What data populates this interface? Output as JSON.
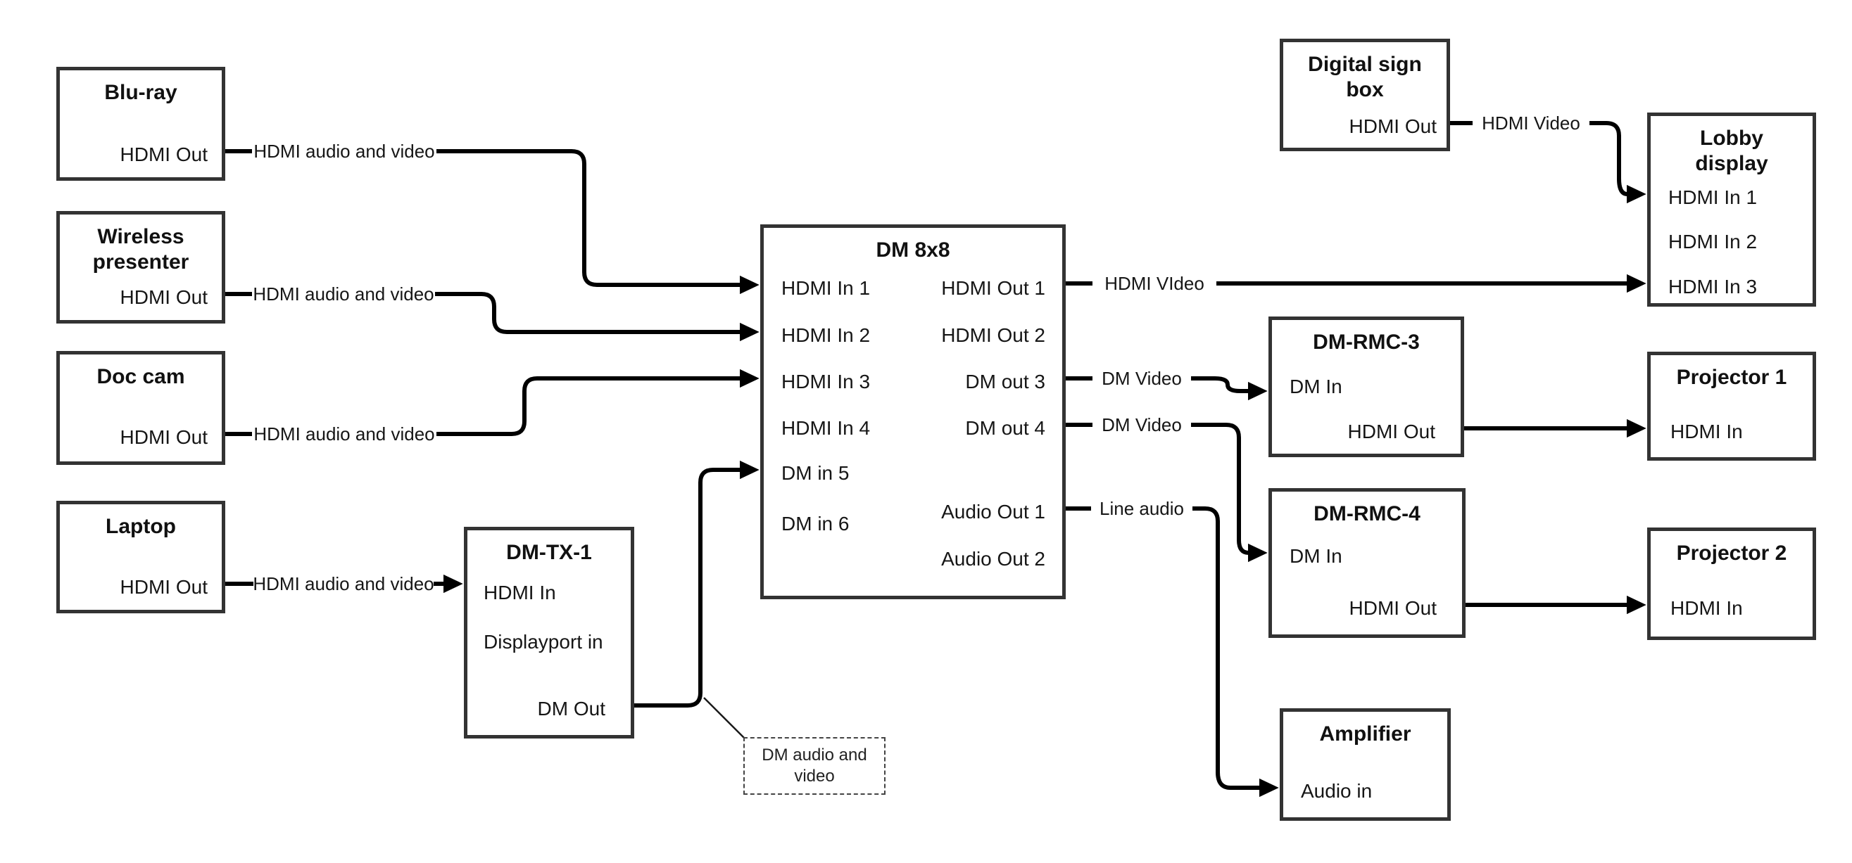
{
  "diagram": {
    "colors": {
      "background": "#ffffff",
      "line": "#000000",
      "box_border": "#333333",
      "text": "#111111"
    },
    "nodes": [
      {
        "id": "blu-ray",
        "title": "Blu-ray",
        "ports": [
          {
            "label": "HDMI Out"
          }
        ]
      },
      {
        "id": "wireless-presenter",
        "title": "Wireless presenter",
        "ports": [
          {
            "label": "HDMI Out"
          }
        ]
      },
      {
        "id": "doc-cam",
        "title": "Doc cam",
        "ports": [
          {
            "label": "HDMI Out"
          }
        ]
      },
      {
        "id": "laptop",
        "title": "Laptop",
        "ports": [
          {
            "label": "HDMI Out"
          }
        ]
      },
      {
        "id": "dm-tx-1",
        "title": "DM-TX-1",
        "ports": [
          {
            "label": "HDMI In"
          },
          {
            "label": "Displayport in"
          },
          {
            "label": "DM Out"
          }
        ]
      },
      {
        "id": "dm-8x8",
        "title": "DM 8x8",
        "ports": [
          {
            "label": "HDMI In 1"
          },
          {
            "label": "HDMI In 2"
          },
          {
            "label": "HDMI In 3"
          },
          {
            "label": "HDMI In 4"
          },
          {
            "label": "DM in 5"
          },
          {
            "label": "DM in 6"
          },
          {
            "label": "HDMI Out 1"
          },
          {
            "label": "HDMI Out 2"
          },
          {
            "label": "DM out 3"
          },
          {
            "label": "DM out 4"
          },
          {
            "label": "Audio Out 1"
          },
          {
            "label": "Audio Out 2"
          }
        ]
      },
      {
        "id": "digital-sign-box",
        "title": "Digital sign box",
        "ports": [
          {
            "label": "HDMI Out"
          }
        ]
      },
      {
        "id": "lobby-display",
        "title": "Lobby display",
        "ports": [
          {
            "label": "HDMI In 1"
          },
          {
            "label": "HDMI In 2"
          },
          {
            "label": "HDMI In 3"
          }
        ]
      },
      {
        "id": "dm-rmc-3",
        "title": "DM-RMC-3",
        "ports": [
          {
            "label": "DM In"
          },
          {
            "label": "HDMI Out"
          }
        ]
      },
      {
        "id": "projector-1",
        "title": "Projector 1",
        "ports": [
          {
            "label": "HDMI In"
          }
        ]
      },
      {
        "id": "dm-rmc-4",
        "title": "DM-RMC-4",
        "ports": [
          {
            "label": "DM In"
          },
          {
            "label": "HDMI Out"
          }
        ]
      },
      {
        "id": "projector-2",
        "title": "Projector 2",
        "ports": [
          {
            "label": "HDMI In"
          }
        ]
      },
      {
        "id": "amplifier",
        "title": "Amplifier",
        "ports": [
          {
            "label": "Audio in"
          }
        ]
      }
    ],
    "edges": [
      {
        "from": "Blu-ray HDMI Out",
        "to": "DM 8x8 HDMI In 1",
        "label": "HDMI audio and video"
      },
      {
        "from": "Wireless presenter HDMI Out",
        "to": "DM 8x8 HDMI In 2",
        "label": "HDMI audio and video"
      },
      {
        "from": "Doc cam HDMI Out",
        "to": "DM 8x8 HDMI In 3",
        "label": "HDMI audio and video"
      },
      {
        "from": "Laptop HDMI Out",
        "to": "DM-TX-1 HDMI In",
        "label": "HDMI audio and video"
      },
      {
        "from": "DM-TX-1 DM Out",
        "to": "DM 8x8 DM in 5",
        "label": ""
      },
      {
        "from": "DM 8x8 HDMI Out 1",
        "to": "Lobby display HDMI In 3",
        "label": "HDMI VIdeo"
      },
      {
        "from": "DM 8x8 DM out 3",
        "to": "DM-RMC-3 DM In",
        "label": "DM Video"
      },
      {
        "from": "DM 8x8 DM out 4",
        "to": "DM-RMC-4 DM In",
        "label": "DM Video"
      },
      {
        "from": "DM 8x8 Audio Out 1",
        "to": "Amplifier Audio in",
        "label": "Line audio"
      },
      {
        "from": "Digital sign box HDMI Out",
        "to": "Lobby display HDMI In 1",
        "label": "HDMI Video"
      },
      {
        "from": "DM-RMC-3 HDMI Out",
        "to": "Projector 1 HDMI In",
        "label": ""
      },
      {
        "from": "DM-RMC-4 HDMI Out",
        "to": "Projector 2 HDMI In",
        "label": ""
      }
    ],
    "note": {
      "text": "DM audio and video"
    }
  }
}
